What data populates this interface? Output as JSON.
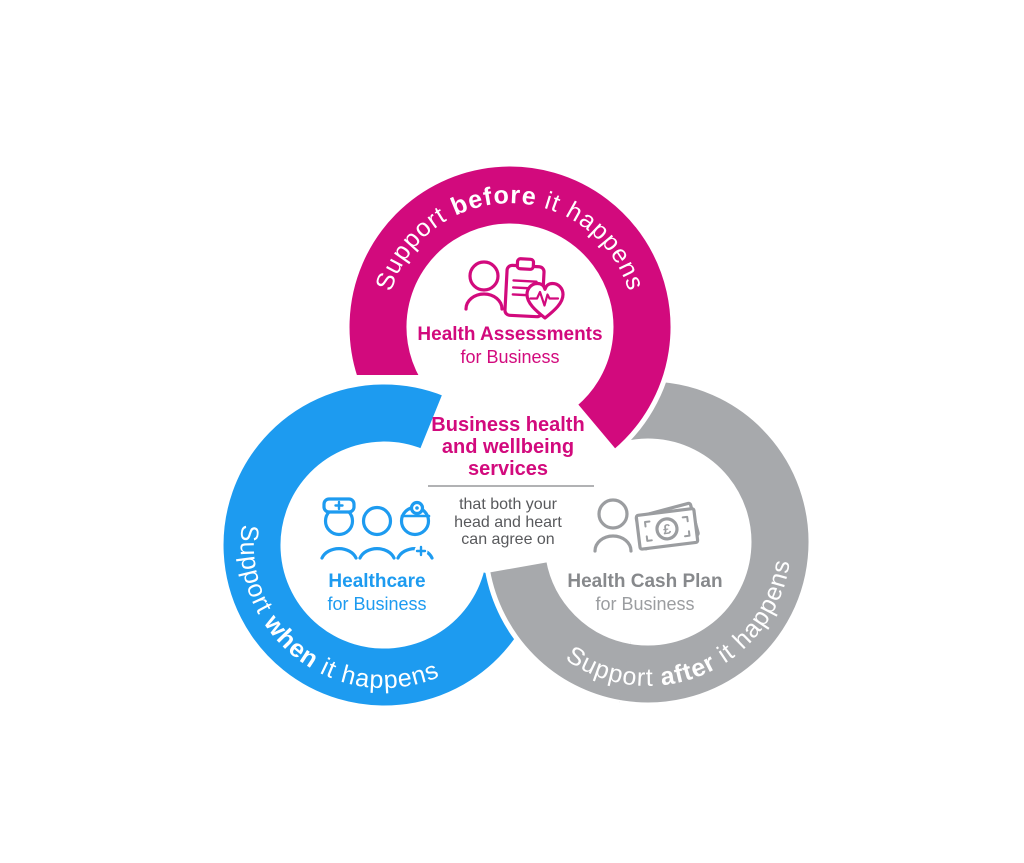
{
  "diagram": {
    "background_color": "#ffffff",
    "center": {
      "heading_color": "#d20a7d",
      "heading_line1": "Business health",
      "heading_line2": "and wellbeing",
      "heading_line3": "services",
      "subtext_color": "#58595c",
      "subtext_line1": "that both your",
      "subtext_line2": "head and heart",
      "subtext_line3": "can agree on"
    },
    "rings": {
      "before": {
        "color": "#d20a7d",
        "curve_pre": "Support ",
        "curve_bold": "before",
        "curve_post": " it happens",
        "title": "Health Assessments",
        "subtitle": "for Business",
        "icon": "person-with-clipboard-and-heart"
      },
      "when": {
        "color": "#1d9bf0",
        "curve_pre": "Support ",
        "curve_bold": "when",
        "curve_post": " it happens",
        "title": "Healthcare",
        "subtitle": "for Business",
        "icon": "three-medical-staff"
      },
      "after": {
        "color": "#a7a9ac",
        "curve_pre": "Support ",
        "curve_bold": "after",
        "curve_post": " it happens",
        "title": "Health Cash Plan",
        "subtitle": "for Business",
        "icon": "person-with-banknotes",
        "pound_symbol": "£"
      }
    }
  }
}
